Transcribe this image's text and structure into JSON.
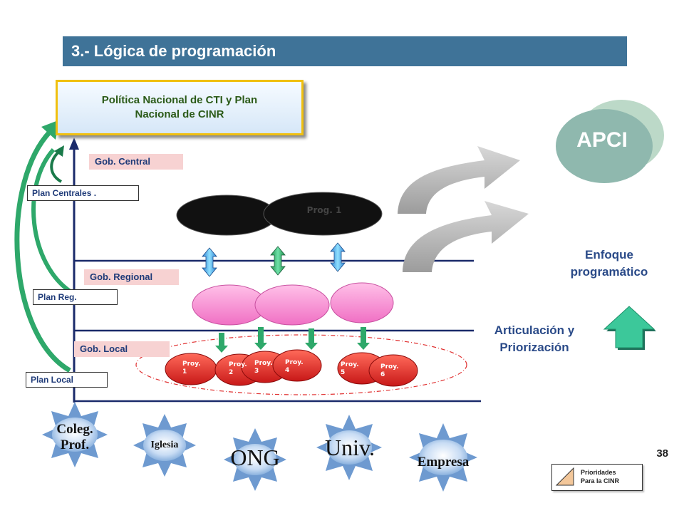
{
  "title": "3.- Lógica de programación",
  "policy_box": "Política Nacional de CTI y Plan\nNacional de CINR",
  "levels": {
    "central": "Gob. Central",
    "regional": "Gob. Regional",
    "local": "Gob. Local"
  },
  "plans": {
    "central": "Plan Centrales .",
    "regional": "Plan Reg.",
    "local": "Plan Local"
  },
  "apci": "APCI",
  "enfoque": "Enfoque\nprogramático",
  "articulacion": "Articulación y\nPriorización",
  "programs": {
    "prog1": "Prog. 1"
  },
  "projects": [
    {
      "line1": "Proy.",
      "line2": "1"
    },
    {
      "line1": "Proy.",
      "line2": "2"
    },
    {
      "line1": "Proy.",
      "line2": "3"
    },
    {
      "line1": "Proy.",
      "line2": "4"
    },
    {
      "line1": "Proy.",
      "line2": "5"
    },
    {
      "line1": "Proy.",
      "line2": "6"
    }
  ],
  "actors": [
    {
      "line1": "Coleg.",
      "line2": "Prof."
    },
    {
      "line1": "Iglesia"
    },
    {
      "line1": "ONG"
    },
    {
      "line1": "Univ."
    },
    {
      "line1": "Empresa"
    }
  ],
  "page_number": "38",
  "legend": "Prioridades\nPara la CINR",
  "colors": {
    "title_bar": "#3f7398",
    "level_label_bg": "#f7d2d2",
    "project_red": "#e03030",
    "green_arrow": "#2ea86a",
    "sun": "#7aa6d8"
  }
}
